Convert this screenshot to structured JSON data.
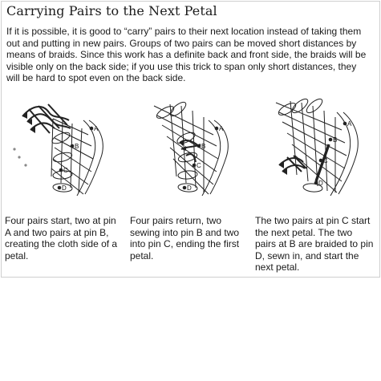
{
  "page": {
    "title": "Carrying Pairs to the Next Petal",
    "intro": "If it is possible, it is good to “carry” pairs to their next location instead of taking them out and putting in new pairs.  Groups of two pairs can be moved short distances by means of braids.  Since this work has a definite back and front side, the braids will be visible only on the back side; if you use this trick to span only short distances, they will be hard to spot even on the back side."
  },
  "figures": [
    {
      "caption": "Four pairs start, two at pin A and two pairs at pin B, creating the cloth side of a petal.",
      "pins": [
        "A",
        "B",
        "C",
        "D"
      ]
    },
    {
      "caption": "Four pairs return, two sewing into pin B and two into pin C, ending the first petal.",
      "pins": [
        "A",
        "B",
        "C",
        "D"
      ]
    },
    {
      "caption": "The two pairs at pin C start the next petal.  The two pairs at B are braided to pin D, sewn in, and start the next petal.",
      "pins": [
        "A",
        "B",
        "C",
        "D"
      ]
    }
  ],
  "colors": {
    "ink": "#1a1a1a",
    "border": "#cfcfcf",
    "background": "#ffffff"
  }
}
